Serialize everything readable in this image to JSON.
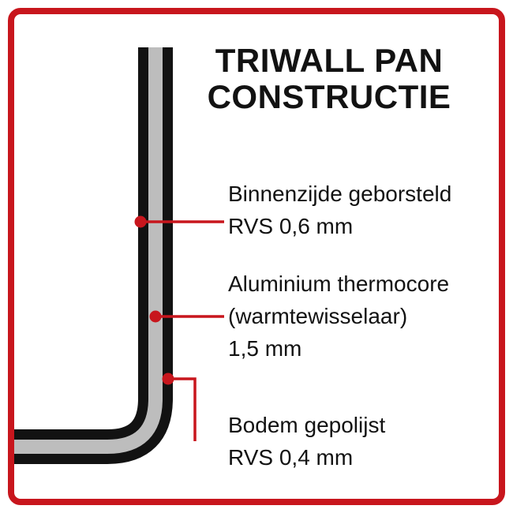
{
  "title": {
    "line1": "TRIWALL PAN",
    "line2": "CONSTRUCTIE"
  },
  "labels": [
    {
      "lines": [
        "Binnenzijde geborsteld",
        "RVS 0,6 mm"
      ]
    },
    {
      "lines": [
        "Aluminium thermocore",
        "(warmtewisselaar)",
        "1,5 mm"
      ]
    },
    {
      "lines": [
        "Bodem gepolijst",
        "RVS 0,4 mm"
      ]
    }
  ],
  "colors": {
    "accent_red": "#c8161d",
    "wall_gray": "#bdbdbd",
    "ink": "#121212"
  }
}
